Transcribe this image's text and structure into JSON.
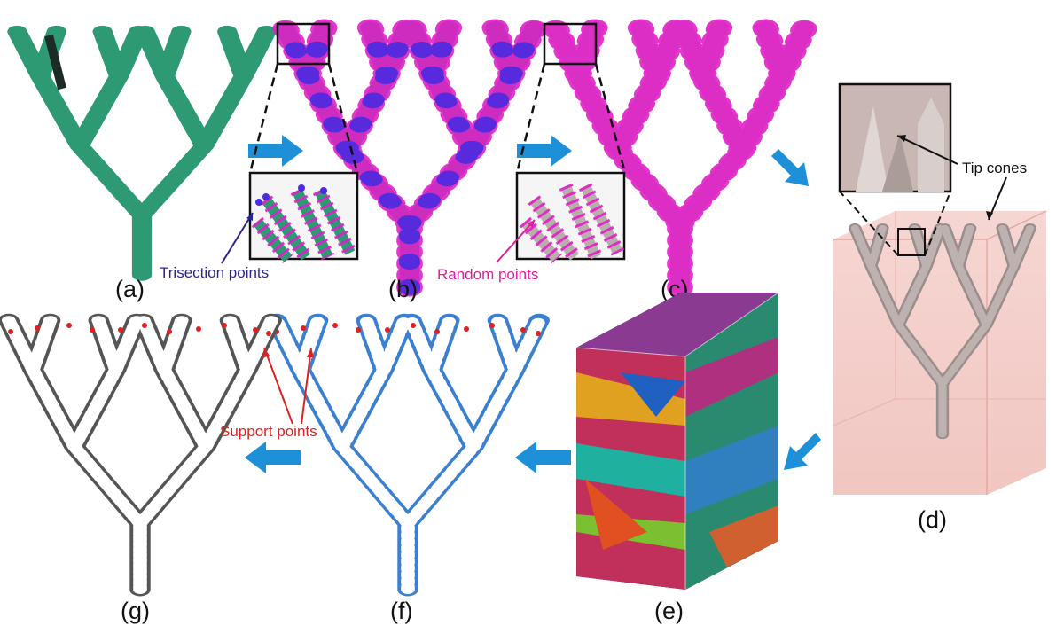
{
  "panels": {
    "a": {
      "label": "(a)"
    },
    "b": {
      "label": "(b)"
    },
    "c": {
      "label": "(c)"
    },
    "d": {
      "label": "(d)"
    },
    "e": {
      "label": "(e)"
    },
    "f": {
      "label": "(f)"
    },
    "g": {
      "label": "(g)"
    }
  },
  "annotations": {
    "trisection": "Trisection points",
    "random": "Random points",
    "tip_cones": "Tip cones",
    "support": "Support points"
  },
  "colors": {
    "tree_green": "#2e9a74",
    "tree_dark": "#1c2b26",
    "tree_gray": "#b8aeac",
    "tree_wire_gray": "#555555",
    "tree_wire_blue": "#3b7fd0",
    "trisection_dot": "#4a2be0",
    "random_dot": "#e020c8",
    "arrow_blue": "#1e90d8",
    "box_pink": "#f0c4bf",
    "support_red": "#e02020",
    "trisection_text": "#2b2590",
    "random_text": "#e0209a"
  }
}
